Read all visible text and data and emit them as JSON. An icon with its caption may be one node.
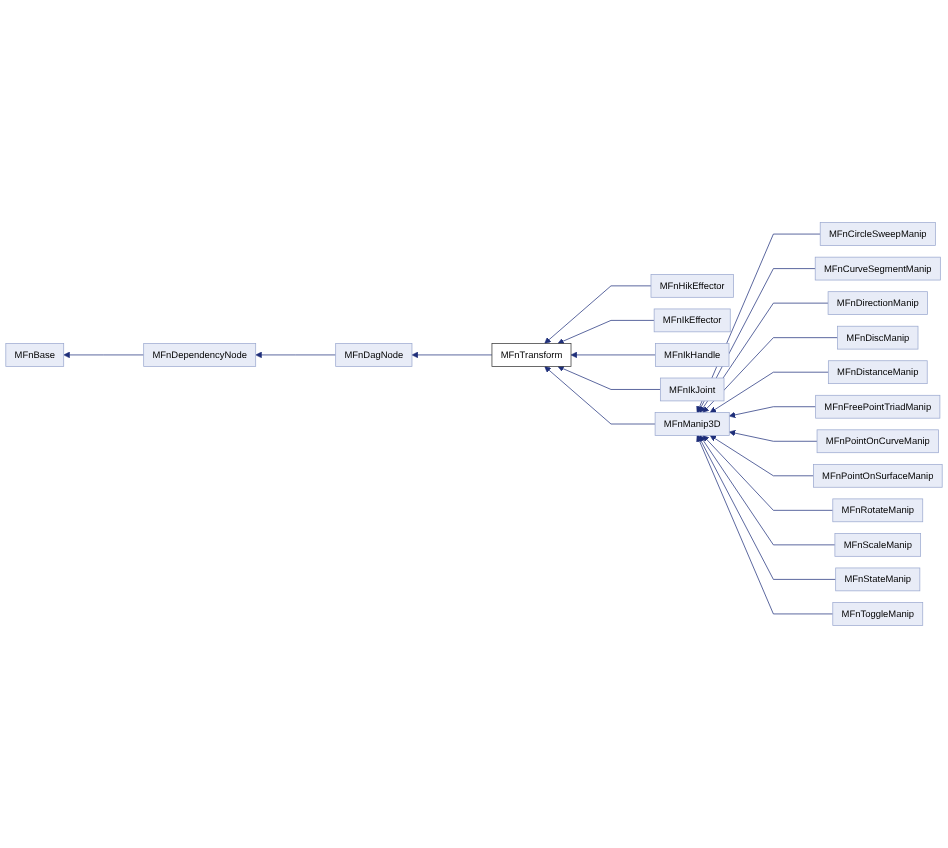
{
  "diagram": {
    "nodes": [
      {
        "text": [
          "MFnBase"
        ]
      },
      {
        "text": [
          "MFnDependencyNode"
        ]
      },
      {
        "text": [
          "MFnDagNode"
        ]
      },
      {
        "text": [
          "MFnTransform"
        ]
      },
      {
        "text": [
          "MFnHikEffector"
        ]
      },
      {
        "text": [
          "MFnIkEffector"
        ]
      },
      {
        "text": [
          "MFnIkHandle"
        ]
      },
      {
        "text": [
          "MFnIkJoint"
        ]
      },
      {
        "text": [
          "MFnManip3D"
        ]
      },
      {
        "text": [
          "MFnCircleSweepManip"
        ]
      },
      {
        "text": [
          "MFnCurveSegmentManip"
        ]
      },
      {
        "text": [
          "MFnDirectionManip"
        ]
      },
      {
        "text": [
          "MFnDiscManip"
        ]
      },
      {
        "text": [
          "MFnDistanceManip"
        ]
      },
      {
        "text": [
          "MFnFreePointTriadManip"
        ]
      },
      {
        "text": [
          "MFnPointOnCurveManip"
        ]
      },
      {
        "text": [
          "MFnPointOnSurfaceManip"
        ]
      },
      {
        "text": [
          "MFnRotateManip"
        ]
      },
      {
        "text": [
          "MFnScaleManip"
        ]
      },
      {
        "text": [
          "MFnStateManip"
        ]
      },
      {
        "text": [
          "MFnToggleManip"
        ]
      }
    ],
    "edges": [
      {
        "from": 1,
        "to": 0,
        "arrow": "to"
      },
      {
        "from": 2,
        "to": 1,
        "arrow": "to"
      },
      {
        "from": 3,
        "to": 2,
        "arrow": "to"
      },
      {
        "from": 4,
        "to": 3,
        "arrow": "to"
      },
      {
        "from": 5,
        "to": 3,
        "arrow": "to"
      },
      {
        "from": 6,
        "to": 3,
        "arrow": "to"
      },
      {
        "from": 7,
        "to": 3,
        "arrow": "to"
      },
      {
        "from": 8,
        "to": 3,
        "arrow": "to"
      },
      {
        "from": 9,
        "to": 8,
        "arrow": "to"
      },
      {
        "from": 10,
        "to": 8,
        "arrow": "to"
      },
      {
        "from": 11,
        "to": 8,
        "arrow": "to"
      },
      {
        "from": 12,
        "to": 8,
        "arrow": "to"
      },
      {
        "from": 13,
        "to": 8,
        "arrow": "to"
      },
      {
        "from": 14,
        "to": 8,
        "arrow": "to"
      },
      {
        "from": 15,
        "to": 8,
        "arrow": "to"
      },
      {
        "from": 16,
        "to": 8,
        "arrow": "to"
      },
      {
        "from": 17,
        "to": 8,
        "arrow": "to"
      },
      {
        "from": 18,
        "to": 8,
        "arrow": "to"
      },
      {
        "from": 19,
        "to": 8,
        "arrow": "to"
      },
      {
        "from": 20,
        "to": 8,
        "arrow": "to"
      }
    ]
  }
}
